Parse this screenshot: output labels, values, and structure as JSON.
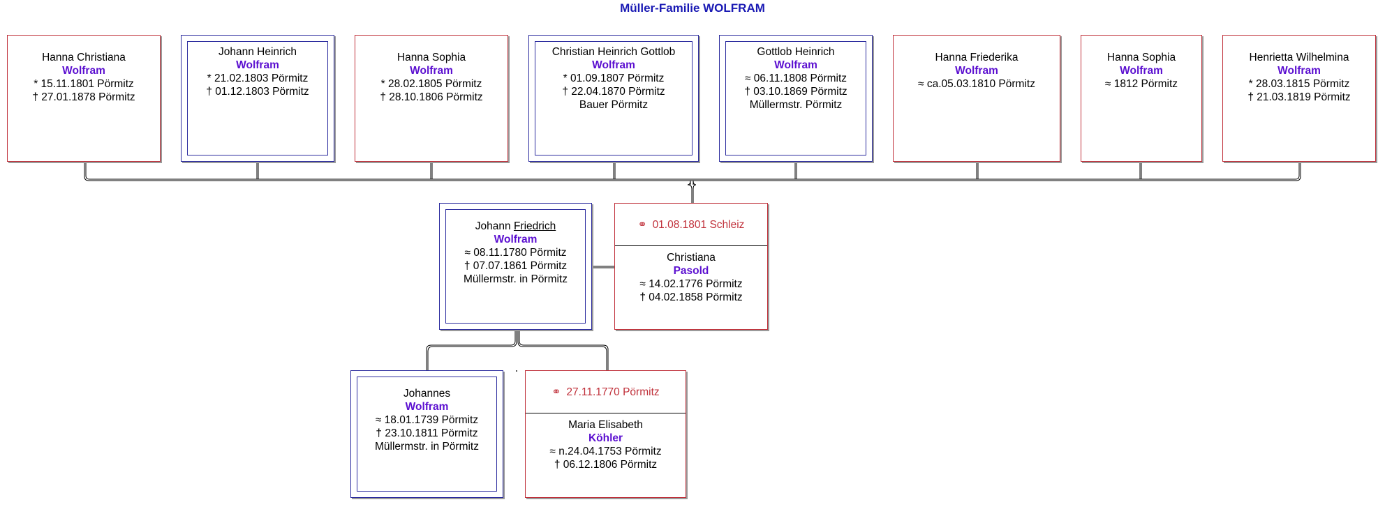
{
  "title": "Müller-Familie WOLFRAM",
  "children": [
    {
      "given": "Hanna Christiana",
      "surname": "Wolfram",
      "lines": [
        "* 15.11.1801 Pörmitz",
        "† 27.01.1878 Pörmitz"
      ]
    },
    {
      "given": "Johann Heinrich",
      "surname": "Wolfram",
      "lines": [
        "* 21.02.1803 Pörmitz",
        "† 01.12.1803 Pörmitz"
      ]
    },
    {
      "given": "Hanna Sophia",
      "surname": "Wolfram",
      "lines": [
        "* 28.02.1805 Pörmitz",
        "† 28.10.1806 Pörmitz"
      ]
    },
    {
      "given": "Christian Heinrich Gottlob",
      "surname": "Wolfram",
      "lines": [
        "* 01.09.1807 Pörmitz",
        "† 22.04.1870 Pörmitz",
        "Bauer Pörmitz"
      ]
    },
    {
      "given": "Gottlob Heinrich",
      "surname": "Wolfram",
      "lines": [
        "≈ 06.11.1808 Pörmitz",
        "† 03.10.1869 Pörmitz",
        "Müllermstr. Pörmitz"
      ]
    },
    {
      "given": "Hanna Friederika",
      "surname": "Wolfram",
      "lines": [
        "≈ ca.05.03.1810 Pörmitz"
      ]
    },
    {
      "given": "Hanna Sophia",
      "surname": "Wolfram",
      "lines": [
        "≈ 1812 Pörmitz"
      ]
    },
    {
      "given": "Henrietta Wilhelmina",
      "surname": "Wolfram",
      "lines": [
        "* 28.03.1815 Pörmitz",
        "† 21.03.1819 Pörmitz"
      ]
    }
  ],
  "parent": {
    "given_first": "Johann",
    "given_underlined": "Friedrich",
    "surname": "Wolfram",
    "lines": [
      "≈ 08.11.1780 Pörmitz",
      "† 07.07.1861 Pörmitz",
      "Müllermstr. in Pörmitz"
    ]
  },
  "parent_spouse": {
    "marriage": "01.08.1801 Schleiz",
    "marriage_symbol": "⚭",
    "given": "Christiana",
    "surname": "Pasold",
    "lines": [
      "≈ 14.02.1776 Pörmitz",
      "† 04.02.1858 Pörmitz"
    ]
  },
  "grandparent": {
    "given": "Johannes",
    "surname": "Wolfram",
    "lines": [
      "≈ 18.01.1739 Pörmitz",
      "† 23.10.1811 Pörmitz",
      "Müllermstr. in Pörmitz"
    ]
  },
  "grandparent_spouse": {
    "marriage": "27.11.1770 Pörmitz",
    "marriage_symbol": "⚭",
    "given": "Maria Elisabeth",
    "surname": "Köhler",
    "lines": [
      "≈ n.24.04.1753 Pörmitz",
      "† 06.12.1806 Pörmitz"
    ]
  }
}
